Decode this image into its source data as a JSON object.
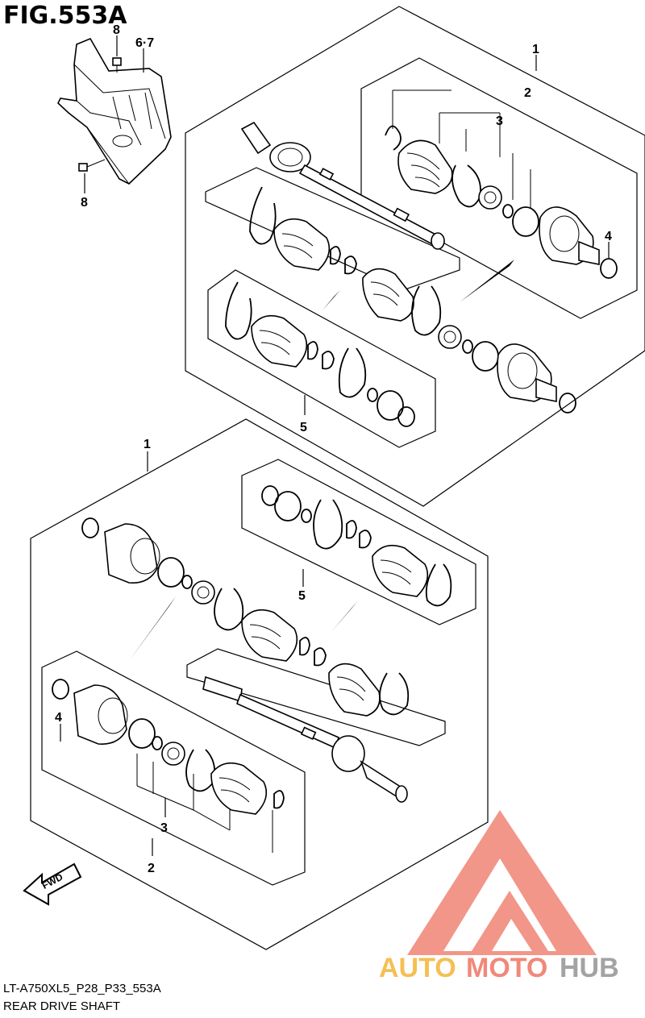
{
  "figure": {
    "title": "FIG.553A",
    "code": "LT-A750XL5_P28_P33_553A",
    "name": "REAR DRIVE SHAFT"
  },
  "callouts": {
    "top_shaft": "1",
    "top_outer_joint_set": "2",
    "top_outer_boot_kit": "3",
    "top_circlip": "4",
    "top_inner_boot_kit": "5",
    "bolt_upper": "8",
    "bolt_lower": "8",
    "guard": "6·7",
    "bottom_shaft": "1",
    "bottom_inner_boot_kit": "5",
    "bottom_circlip": "4",
    "bottom_outer_boot_kit": "3",
    "bottom_outer_joint_set": "2"
  },
  "direction_arrow": "FWD",
  "watermark": {
    "brand": "AUTOMOTOHUB",
    "brand_part1": "AUTO",
    "brand_part2": "MOTO",
    "brand_part3": "HUB",
    "color_primary": "#F07C6C",
    "color_secondary": "#F5B942"
  }
}
